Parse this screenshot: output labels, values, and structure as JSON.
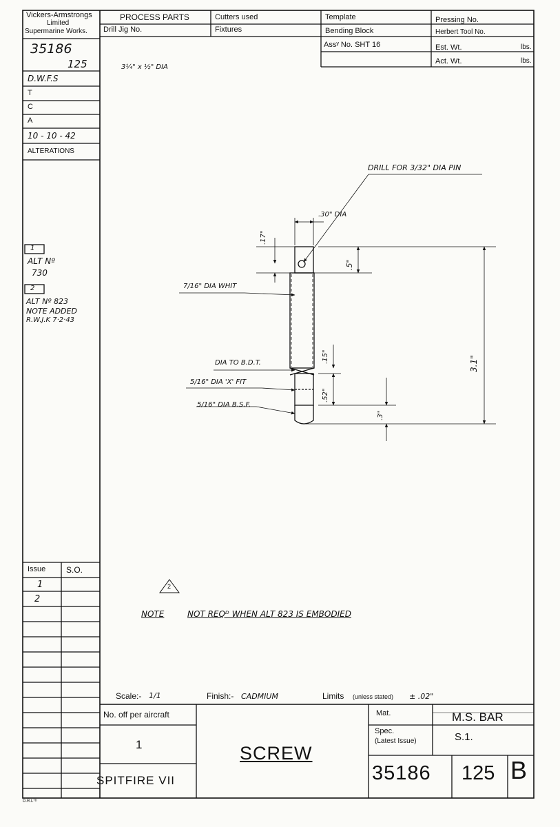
{
  "company": {
    "line1": "Vickers-Armstrongs",
    "line2": "Limited",
    "line3": "Supermarine Works."
  },
  "header": {
    "process_parts": "PROCESS PARTS",
    "drill_jig": "Drill Jig No.",
    "cutters_used": "Cutters used",
    "fixtures": "Fixtures",
    "template": "Template",
    "bending_block": "Bending Block",
    "assy_no": "Assʸ No. SHT 16",
    "pressing_no": "Pressing No.",
    "herbert_tool": "Herbert Tool No.",
    "est_wt": "Est. Wt.",
    "act_wt": "Act. Wt.",
    "lbs": "lbs."
  },
  "sidebar": {
    "drawing_ref": "35186",
    "drawing_sub": "125",
    "dwfs": "D.W.F.S",
    "t": "T",
    "c": "C",
    "a": "A",
    "date": "10 - 10 - 42",
    "alterations": "ALTERATIONS",
    "alt1_num": "1",
    "alt1_line1": "ALT Nº",
    "alt1_line2": "730",
    "alt2_num": "2",
    "alt2_line1": "ALT Nº 823",
    "alt2_line2": "NOTE ADDED",
    "alt2_line3": "R.W.J.K 7·2·43",
    "issue_header": "Issue",
    "so_header": "S.O.",
    "issue_rows": [
      "1",
      "2"
    ],
    "printer": "D.R.Lᵀᴰ"
  },
  "drawing": {
    "stock": "3¼\" x ½\" DIA",
    "drill_note": "DRILL FOR 3/32\" DIA PIN",
    "dia_30": ".30\" DIA",
    "dim_17": ".17\"",
    "dim_5": ".5\"",
    "thread_whit": "7/16\" DIA WHIT",
    "dim_31": "3.1\"",
    "dim_15": ".15\"",
    "dia_bdt": "DIA TO B.D.T.",
    "fit": "5/16\" DIA 'X' FIT",
    "dim_52": ".52\"",
    "bsf": "5/16\" DIA B.S.F.",
    "dim_3": ".3\"",
    "issue_mark": "2",
    "note_label": "NOTE",
    "note_text": "NOT REQᴰ WHEN ALT 823 IS EMBODIED"
  },
  "title_block": {
    "scale_label": "Scale:-",
    "scale_value": "1/1",
    "finish_label": "Finish:-",
    "finish_value": "CADMIUM",
    "limits_label": "Limits",
    "limits_note": "(unless stated)",
    "limits_value": "± .02\"",
    "no_off_label": "No. off per aircraft",
    "no_off_value": "1",
    "aircraft": "SPITFIRE VII",
    "part_name": "SCREW",
    "mat_label": "Mat.",
    "mat_value": "M.S. BAR",
    "spec_label": "Spec.",
    "spec_sub": "(Latest Issue)",
    "spec_value": "S.1.",
    "drawing_no": "35186",
    "part_no": "125",
    "issue_letter": "B"
  }
}
